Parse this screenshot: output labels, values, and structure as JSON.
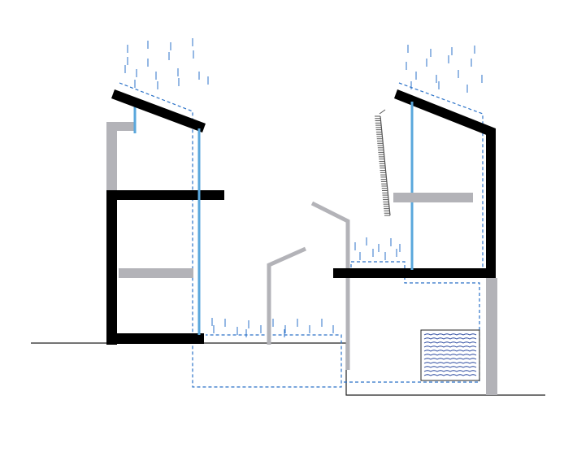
{
  "diagram": {
    "kind": "architectural-section",
    "colors": {
      "structure": "#000000",
      "secondary": "#b3b3b8",
      "glazing": "#5aa7dc",
      "rainwater": "#2b72c8",
      "tank_waves": "#1f3f9a",
      "ground": "#222222",
      "background": "#ffffff"
    },
    "elements": [
      "left-building",
      "right-building",
      "rain-left",
      "rain-right",
      "rain-courtyard",
      "rain-right-terrace",
      "water-collection-outline",
      "water-tank",
      "ground-line"
    ]
  }
}
